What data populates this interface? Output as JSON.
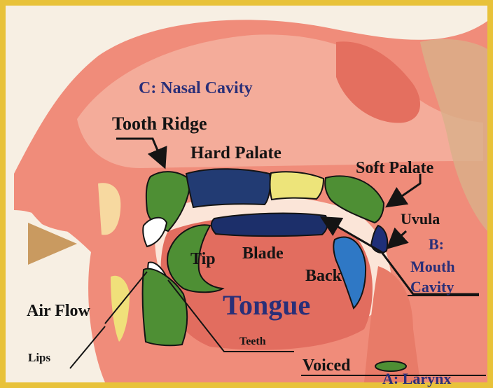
{
  "colors": {
    "frame": "#e8c23a",
    "flesh": "#f08c7a",
    "flesh_light": "#f6b7a6",
    "cavity": "#fbe5d8",
    "green_articulator": "#4e8f34",
    "navy_articulator": "#223b73",
    "yellow_articulator": "#ede47a",
    "blue_articulator": "#2f78c5",
    "arrow_fill": "#c99a60",
    "text_navy": "#2a2f78",
    "text_dark": "#141414"
  },
  "labels": {
    "nasal_cavity": "C: Nasal Cavity",
    "tooth_ridge": "Tooth Ridge",
    "hard_palate": "Hard Palate",
    "soft_palate": "Soft Palate",
    "uvula": "Uvula",
    "mouth_cavity_1": "B:",
    "mouth_cavity_2": "Mouth",
    "mouth_cavity_3": "Cavity",
    "tip": "Tip",
    "blade": "Blade",
    "back": "Back",
    "tongue": "Tongue",
    "air_flow": "Air Flow",
    "lips": "Lips",
    "teeth": "Teeth",
    "voiced": "Voiced",
    "larynx": "A: Larynx"
  },
  "icons": [
    "air-flow-arrow-icon"
  ]
}
